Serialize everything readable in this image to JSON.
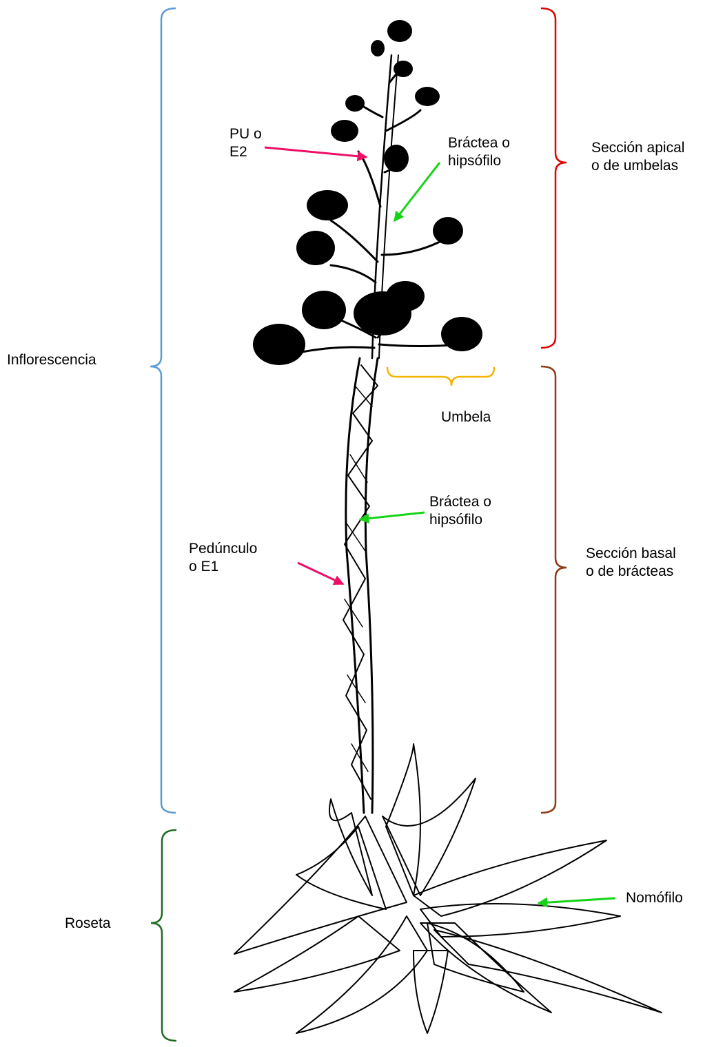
{
  "colors": {
    "inflorescence_bracket": "#5b9bd5",
    "apical_bracket": "#e00000",
    "basal_bracket": "#8b3a12",
    "umbel_bracket": "#f5b400",
    "rosette_bracket": "#1f6b1f",
    "pointer_magenta": "#ee1066",
    "pointer_green": "#17d317",
    "ink": "#000000"
  },
  "labels": {
    "inflorescencia": "Inflorescencia",
    "roseta": "Roseta",
    "pu_line1": "PU o",
    "pu_line2": "E2",
    "bractea_top_line1": "Bráctea o",
    "bractea_top_line2": "hipsófilo",
    "seccion_apical_line1": "Sección apical",
    "seccion_apical_line2": "o de umbelas",
    "umbela": "Umbela",
    "bractea_mid_line1": "Bráctea o",
    "bractea_mid_line2": "hipsófilo",
    "peduncle_line1": "Pedúnculo",
    "peduncle_line2": "o E1",
    "seccion_basal_line1": "Sección basal",
    "seccion_basal_line2": "o de brácteas",
    "nomofilo": "Nomófilo"
  }
}
